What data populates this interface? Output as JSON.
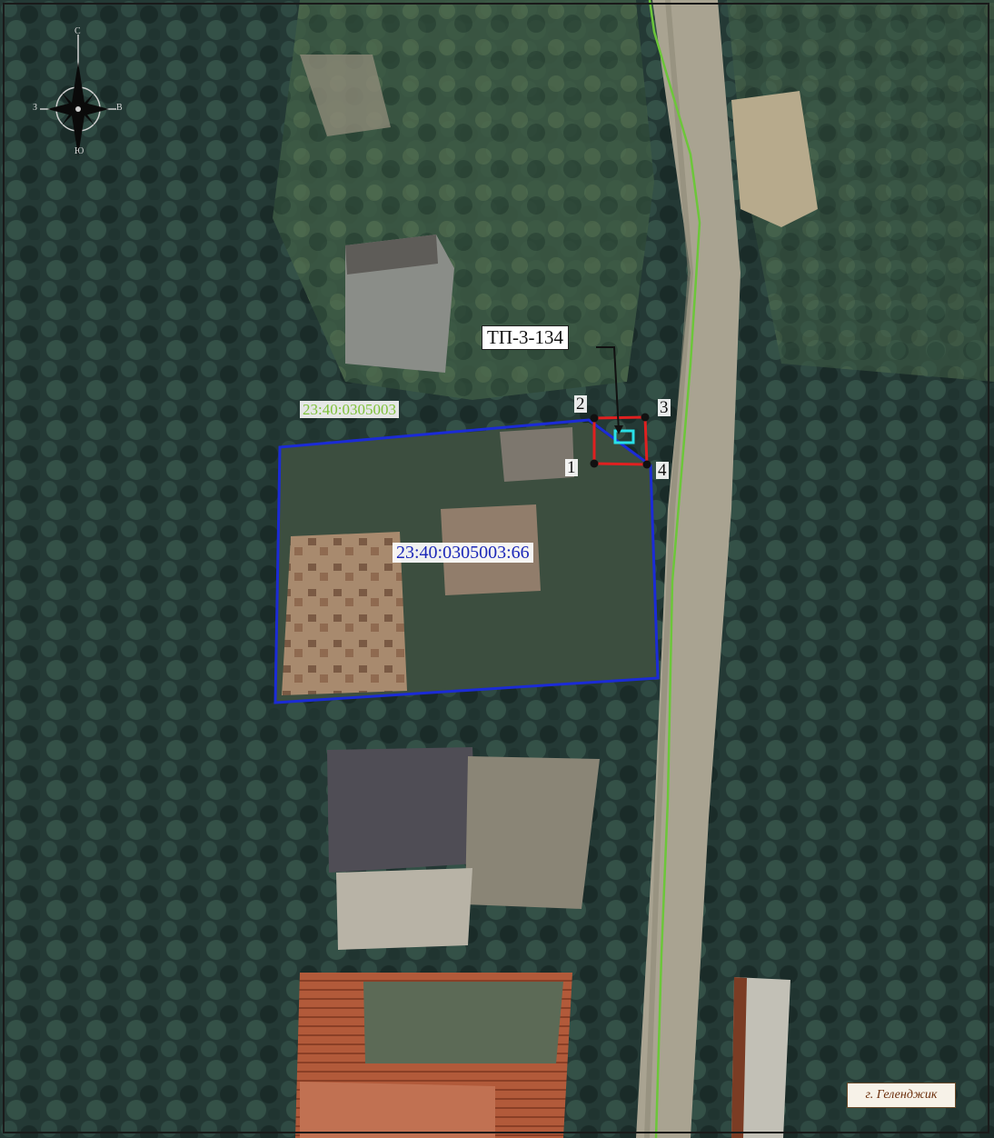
{
  "parcel": {
    "cadastral_number": "23:40:0305003:66",
    "quarter_number": "23:40:0305003"
  },
  "substation": {
    "label": "ТП-3-134"
  },
  "site_points": [
    "1",
    "2",
    "3",
    "4"
  ],
  "compass": {
    "north": "С",
    "south": "Ю",
    "west": "З",
    "east": "В"
  },
  "city_stamp": "г. Геленджик",
  "colors": {
    "parcel_boundary": "#1b2bd6",
    "quarter_label": "#7fc23a",
    "boundary_line": "#6cc63a",
    "site_outline": "#e02020",
    "substation_marker": "#29e0e8"
  }
}
